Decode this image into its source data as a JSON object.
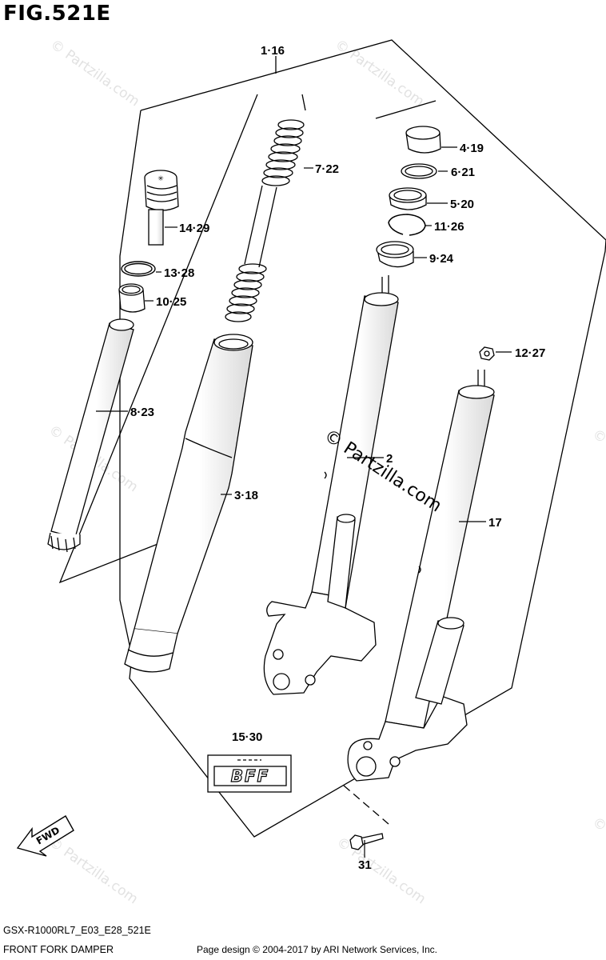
{
  "figure": {
    "title": "FIG.521E"
  },
  "watermark": {
    "site_text": "© Partzilla.com",
    "center_text": "© Partzilla.com"
  },
  "parts": [
    {
      "id": "1",
      "label": "1·16"
    },
    {
      "id": "7",
      "label": "7·22"
    },
    {
      "id": "4",
      "label": "4·19"
    },
    {
      "id": "6",
      "label": "6·21"
    },
    {
      "id": "5",
      "label": "5·20"
    },
    {
      "id": "11",
      "label": "11·26"
    },
    {
      "id": "9",
      "label": "9·24"
    },
    {
      "id": "14",
      "label": "14·29"
    },
    {
      "id": "13",
      "label": "13·28"
    },
    {
      "id": "10",
      "label": "10·25"
    },
    {
      "id": "12",
      "label": "12·27"
    },
    {
      "id": "8",
      "label": "8·23"
    },
    {
      "id": "2",
      "label": "2"
    },
    {
      "id": "3",
      "label": "3·18"
    },
    {
      "id": "17",
      "label": "17"
    },
    {
      "id": "15",
      "label": "15·30"
    },
    {
      "id": "31",
      "label": "31"
    }
  ],
  "decal": {
    "text": "BFF"
  },
  "direction_arrow": {
    "text": "FWD"
  },
  "footer": {
    "model_code": "GSX-R1000RL7_E03_E28_521E",
    "section_name": "FRONT FORK DAMPER",
    "copyright": "Page design © 2004-2017 by ARI Network Services, Inc."
  },
  "colors": {
    "line": "#000000",
    "watermark": "#e2e2e2",
    "background": "#ffffff"
  }
}
